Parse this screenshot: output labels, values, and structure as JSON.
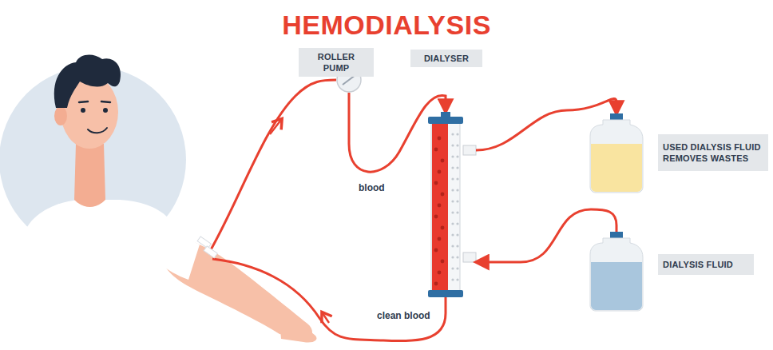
{
  "diagram": {
    "title": "HEMODIALYSIS",
    "nodes": [
      {
        "text": [
          "ROLLER PUMP"
        ]
      },
      {
        "text": [
          "DIALYSER"
        ]
      },
      {
        "text": [
          "USED DIALYSIS FLUID REMOVES WASTES"
        ]
      },
      {
        "text": [
          "DIALYSIS FLUID"
        ]
      }
    ],
    "edges": [
      {
        "from": 0,
        "to": 1,
        "arrow": "to",
        "label": "blood"
      },
      {
        "from": 1,
        "to": 2,
        "arrow": "to"
      },
      {
        "from": 3,
        "to": 1,
        "arrow": "to"
      }
    ],
    "labels": [
      "clean blood"
    ]
  }
}
